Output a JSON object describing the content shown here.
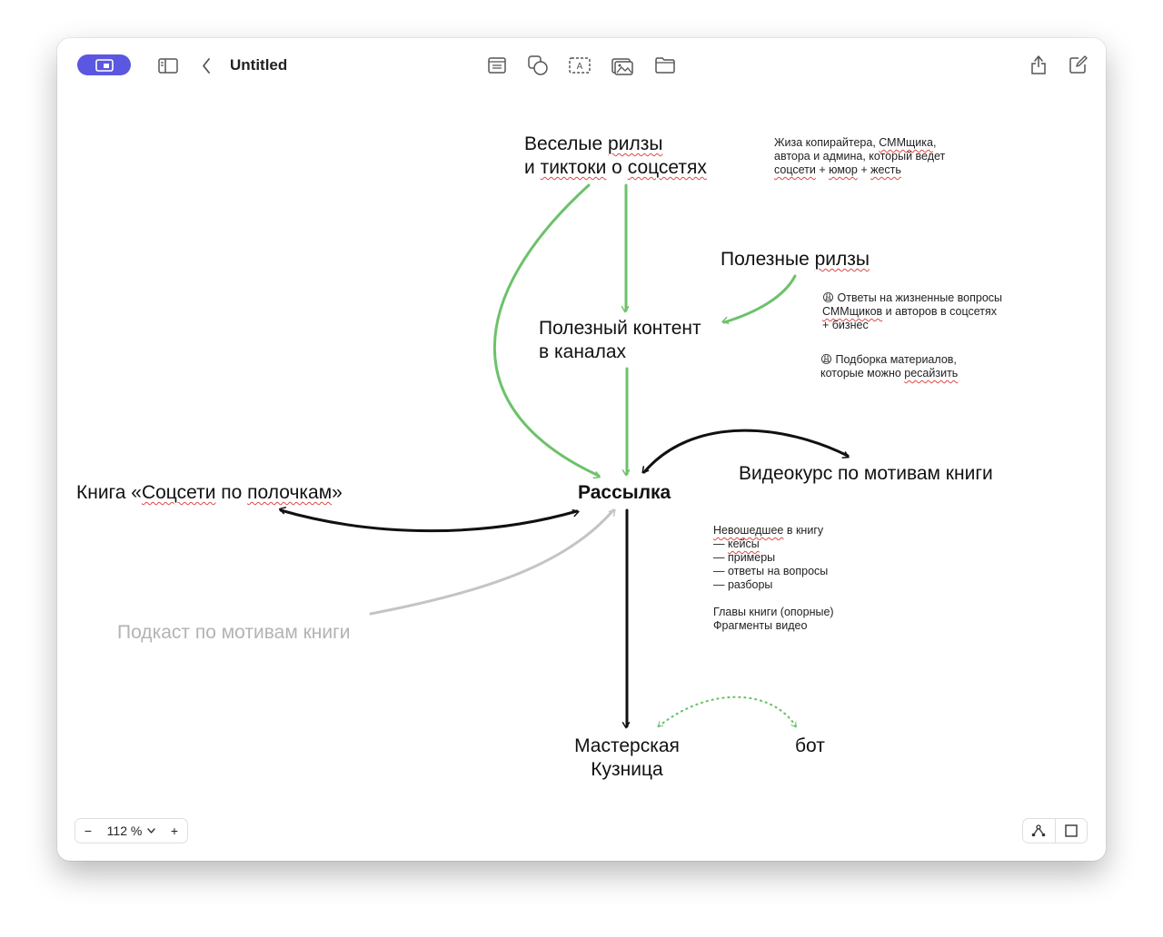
{
  "window": {
    "title": "Untitled"
  },
  "toolbar": {
    "left_icons": [
      "present-icon",
      "sidebar-icon",
      "back-chevron-icon"
    ],
    "center_icons": [
      "text-block-icon",
      "shapes-icon",
      "text-box-icon",
      "media-icon",
      "folder-icon"
    ],
    "right_icons": [
      "share-icon",
      "compose-icon"
    ],
    "accent_color": "#5b57e0"
  },
  "canvas": {
    "nodes": {
      "funny_reels": {
        "lines": [
          [
            {
              "t": "Веселые "
            },
            {
              "t": "рилзы",
              "err": true
            }
          ],
          [
            {
              "t": "и "
            },
            {
              "t": "тиктоки",
              "err": true
            },
            {
              "t": " о "
            },
            {
              "t": "соцсетях",
              "err": true
            }
          ]
        ]
      },
      "copywriter_note": {
        "lines": [
          [
            {
              "t": "Жиза копирайтера, "
            },
            {
              "t": "СММщика",
              "err": true
            },
            {
              "t": ","
            }
          ],
          [
            {
              "t": "автора и админа, который ведет"
            }
          ],
          [
            {
              "t": "соцсети",
              "err": true
            },
            {
              "t": " + "
            },
            {
              "t": "юмор",
              "err": true
            },
            {
              "t": " + "
            },
            {
              "t": "жесть",
              "err": true
            }
          ]
        ]
      },
      "useful_reels": {
        "lines": [
          [
            {
              "t": "Полезные "
            },
            {
              "t": "рилзы",
              "err": true
            }
          ]
        ]
      },
      "answers_note": {
        "lines": [
          [
            {
              "t": "😩 Ответы на жизненные вопросы"
            }
          ],
          [
            {
              "t": "СММщиков",
              "err": true
            },
            {
              "t": " и авторов в соцсетях"
            }
          ],
          [
            {
              "t": "+ бизнес"
            }
          ]
        ]
      },
      "materials_note": {
        "lines": [
          [
            {
              "t": "😩 Подборка материалов,"
            }
          ],
          [
            {
              "t": "которые можно "
            },
            {
              "t": "ресайзить",
              "err": true
            }
          ]
        ]
      },
      "useful_content": {
        "lines": [
          [
            {
              "t": "Полезный контент"
            }
          ],
          [
            {
              "t": "в каналах"
            }
          ]
        ]
      },
      "newsletter": {
        "lines": [
          [
            {
              "t": "Рассылка"
            }
          ]
        ]
      },
      "video_course": {
        "lines": [
          [
            {
              "t": "Видеокурс по мотивам книги"
            }
          ]
        ]
      },
      "book": {
        "lines": [
          [
            {
              "t": "Книга «"
            },
            {
              "t": "Соцсети",
              "err": true
            },
            {
              "t": " по "
            },
            {
              "t": "полочкам",
              "err": true
            },
            {
              "t": "»"
            }
          ]
        ]
      },
      "not_in_book_note": {
        "lines": [
          [
            {
              "t": "Невошедшее",
              "err": true
            },
            {
              "t": " в книгу"
            }
          ],
          [
            {
              "t": "— "
            },
            {
              "t": "кейсы",
              "err": true
            }
          ],
          [
            {
              "t": "— примеры"
            }
          ],
          [
            {
              "t": "— ответы на вопросы"
            }
          ],
          [
            {
              "t": "— разборы"
            }
          ],
          [
            {
              "t": " "
            }
          ],
          [
            {
              "t": "Главы книги (опорные)"
            }
          ],
          [
            {
              "t": "Фрагменты видео"
            }
          ]
        ]
      },
      "podcast": {
        "lines": [
          [
            {
              "t": "Подкаст по мотивам книги"
            }
          ]
        ]
      },
      "workshop": {
        "lines": [
          [
            {
              "t": "Мастерская"
            }
          ],
          [
            {
              "t": "Кузница"
            }
          ]
        ]
      },
      "bot": {
        "lines": [
          [
            {
              "t": "бот"
            }
          ]
        ]
      }
    },
    "arrow_colors": {
      "green": "#6cc26a",
      "black": "#111111",
      "gray": "#c4c4c4"
    }
  },
  "zoom": {
    "minus_label": "−",
    "value": "112 %",
    "plus_label": "+"
  },
  "bottom_right": {
    "icons": [
      "connector-icon",
      "frame-icon"
    ]
  }
}
